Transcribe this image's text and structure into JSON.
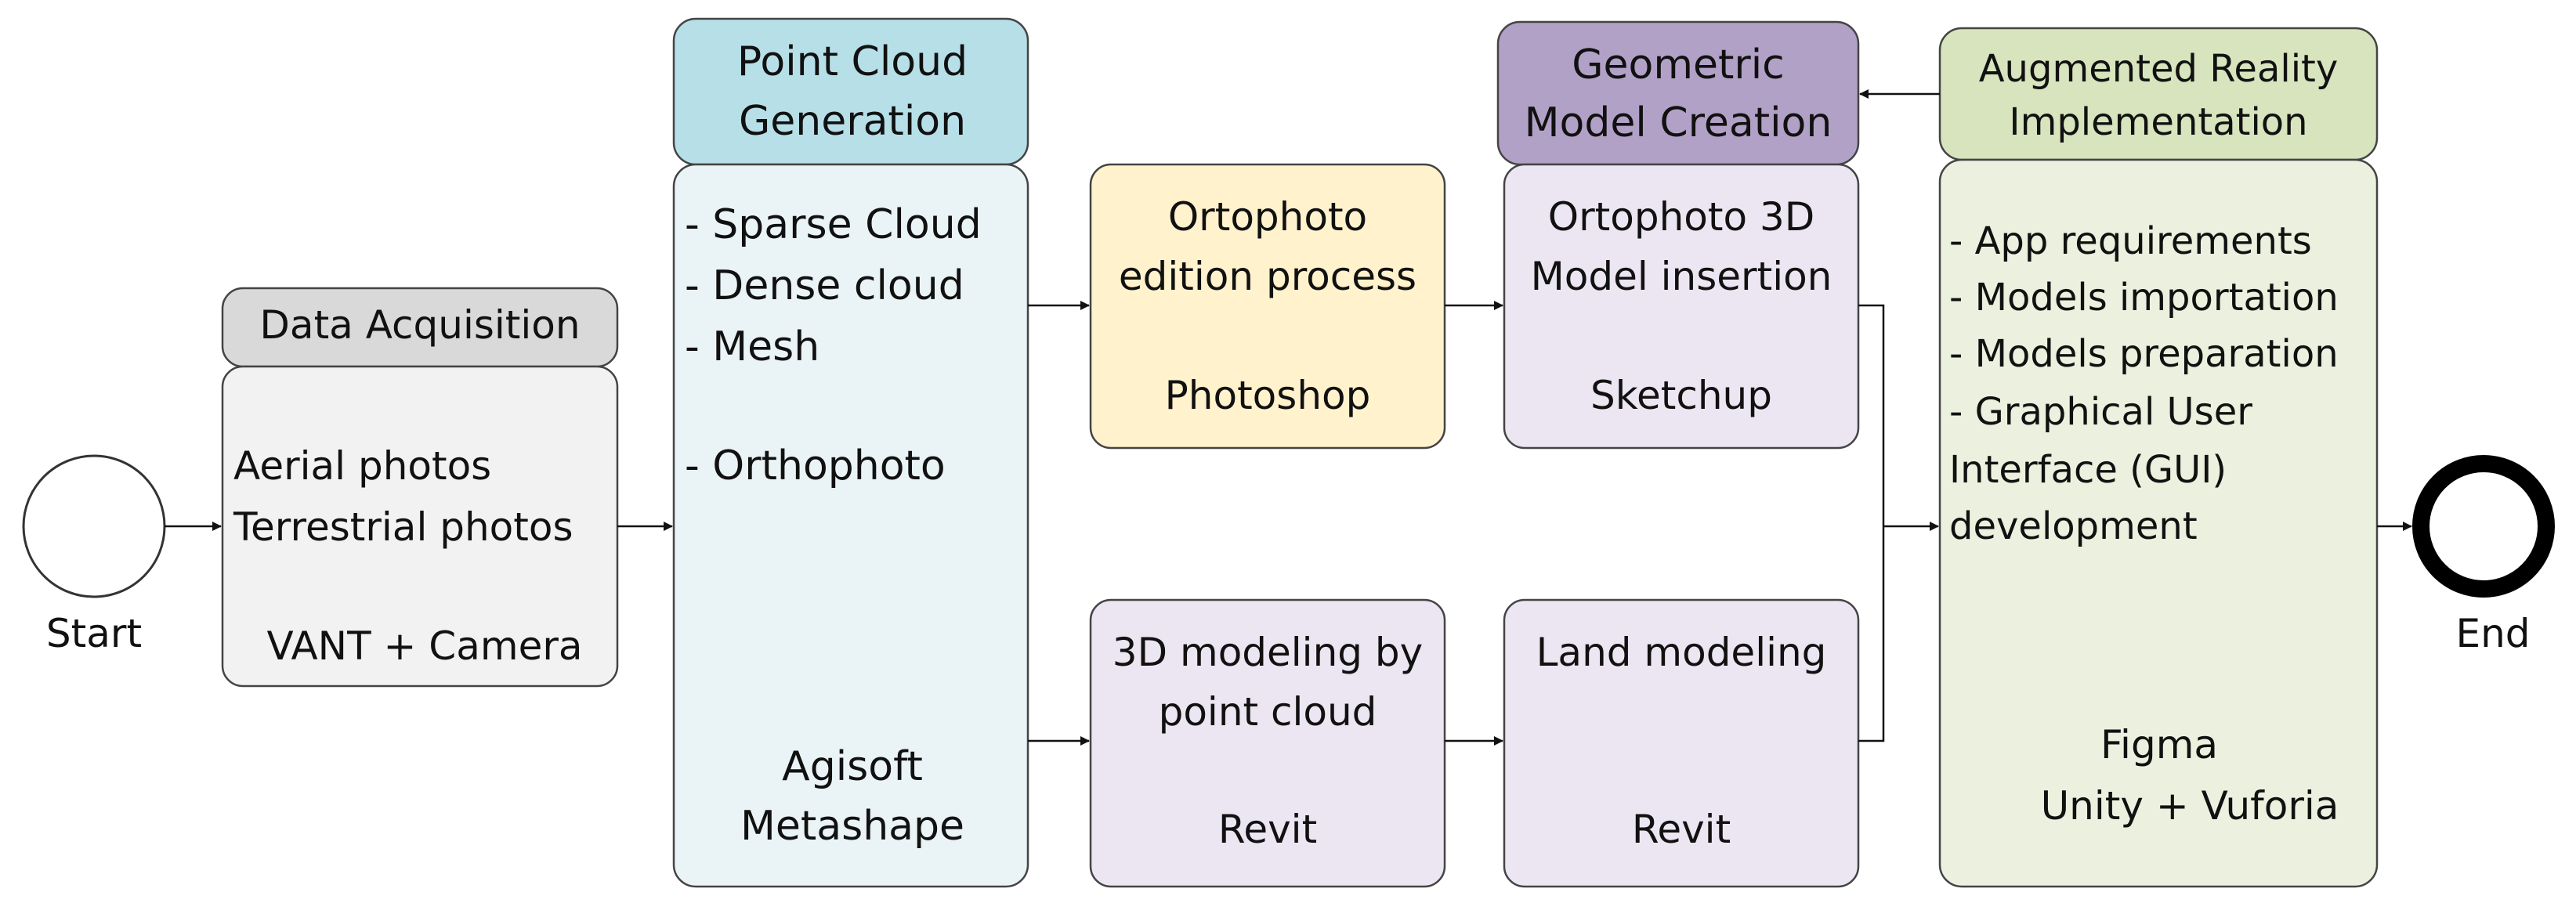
{
  "colors": {
    "gray_header": "#d9d9d9",
    "gray_body": "#f2f2f2",
    "blue_header": "#b7dfe8",
    "blue_body": "#eaf3f6",
    "yellow_body": "#fff2cc",
    "purple_header": "#b2a1c7",
    "lavender_body": "#ebe6f2",
    "green_header": "#d7e4bd",
    "green_body": "#ebf1de"
  },
  "nodes": {
    "start": {
      "label": "Start"
    },
    "end": {
      "label": "End"
    },
    "data_acquisition": {
      "header": "Data Acquisition",
      "lines": [
        "Aerial photos",
        "Terrestrial photos"
      ],
      "tool": "VANT + Camera"
    },
    "point_cloud": {
      "header": [
        "Point Cloud",
        "Generation"
      ],
      "items": [
        "- Sparse Cloud",
        "- Dense cloud",
        "- Mesh",
        "- Orthophoto"
      ],
      "tool": [
        "Agisoft",
        "Metashape"
      ]
    },
    "ortophoto_edition": {
      "lines": [
        "Ortophoto",
        "edition process"
      ],
      "tool": "Photoshop"
    },
    "modeling_point_cloud": {
      "lines": [
        "3D modeling by",
        "point cloud"
      ],
      "tool": "Revit"
    },
    "geometric_model": {
      "header": [
        "Geometric",
        "Model Creation"
      ]
    },
    "ortophoto_3d": {
      "lines": [
        "Ortophoto 3D",
        "Model insertion"
      ],
      "tool": "Sketchup"
    },
    "land_modeling": {
      "lines": [
        "Land modeling"
      ],
      "tool": "Revit"
    },
    "augmented_reality": {
      "header": [
        "Augmented Reality",
        "Implementation"
      ],
      "items": [
        "- App requirements",
        "- Models importation",
        "- Models preparation",
        "- Graphical User",
        "Interface (GUI)",
        "development"
      ],
      "tool": [
        "Figma",
        "Unity + Vuforia"
      ]
    }
  }
}
